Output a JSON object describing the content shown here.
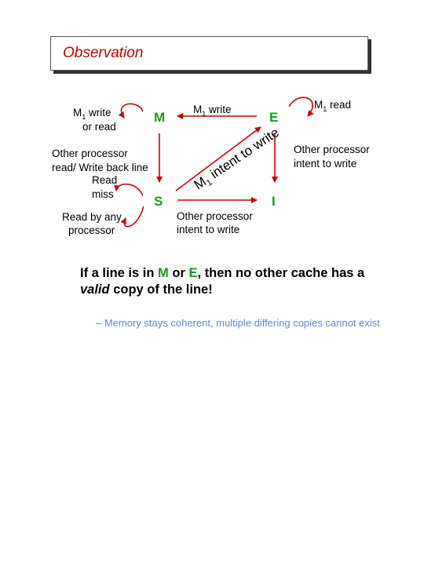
{
  "title": "Observation",
  "states": {
    "m": "M",
    "e": "E",
    "s": "S",
    "i": "I"
  },
  "edges": {
    "m_self": [
      "M",
      "1",
      " write",
      "or read"
    ],
    "m_to_e": [
      "M",
      "1",
      " write"
    ],
    "e_self": [
      "M",
      "1",
      " read"
    ],
    "m_to_s": [
      "Other processor",
      "read/ Write back line"
    ],
    "s_self_read_miss": [
      "Read",
      "miss"
    ],
    "s_self_read_any": [
      "Read by any",
      "processor"
    ],
    "i_to_e": [
      "M",
      "1",
      " intent to write"
    ],
    "e_to_i": [
      "Other processor",
      "intent to write"
    ],
    "s_to_i": [
      "Other processor",
      "intent to write"
    ]
  },
  "statement": {
    "before": "If a line is in ",
    "m": "M",
    "or": " or ",
    "e": "E",
    "after": ", then no other cache has a ",
    "valid": "valid",
    "end": " copy of the line!"
  },
  "bullet": "– Memory stays coherent, multiple differing copies cannot exist",
  "colors": {
    "title": "#cc0000",
    "state": "#1a9a1a",
    "arrow": "#cc0000",
    "node": "#ffffff",
    "bullet": "#5b8ad2"
  }
}
